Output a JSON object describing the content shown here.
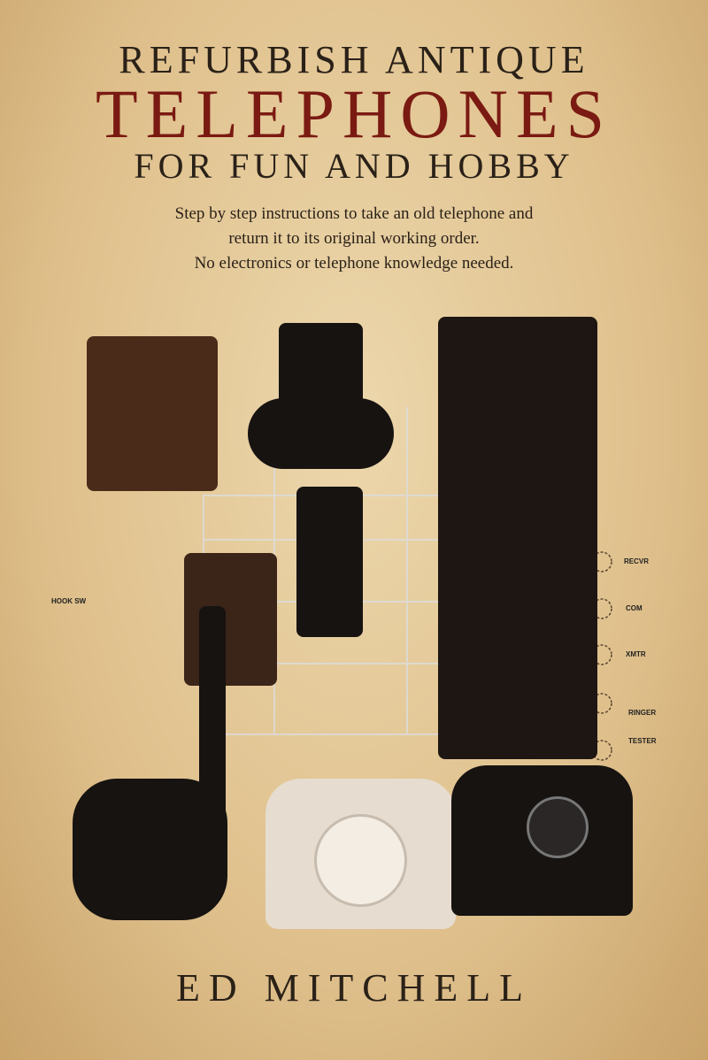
{
  "cover": {
    "title_line1": "REFURBISH ANTIQUE",
    "title_line2": "TELEPHONES",
    "title_line3": "FOR FUN AND HOBBY",
    "subtitle": [
      "Step by step instructions to take an old telephone and",
      "return it to its original working order.",
      "No electronics or telephone knowledge needed."
    ],
    "author": "ED MITCHELL"
  },
  "diagram_labels": {
    "recvr": "RECVR",
    "com": "COM",
    "xmtr": "XMTR",
    "ringer": "RINGER",
    "tester": "TESTER",
    "hook_sw": "HOOK SW"
  },
  "colors": {
    "title_red": "#7a1a12",
    "text": "#2a2118",
    "background": "#e3c894"
  }
}
